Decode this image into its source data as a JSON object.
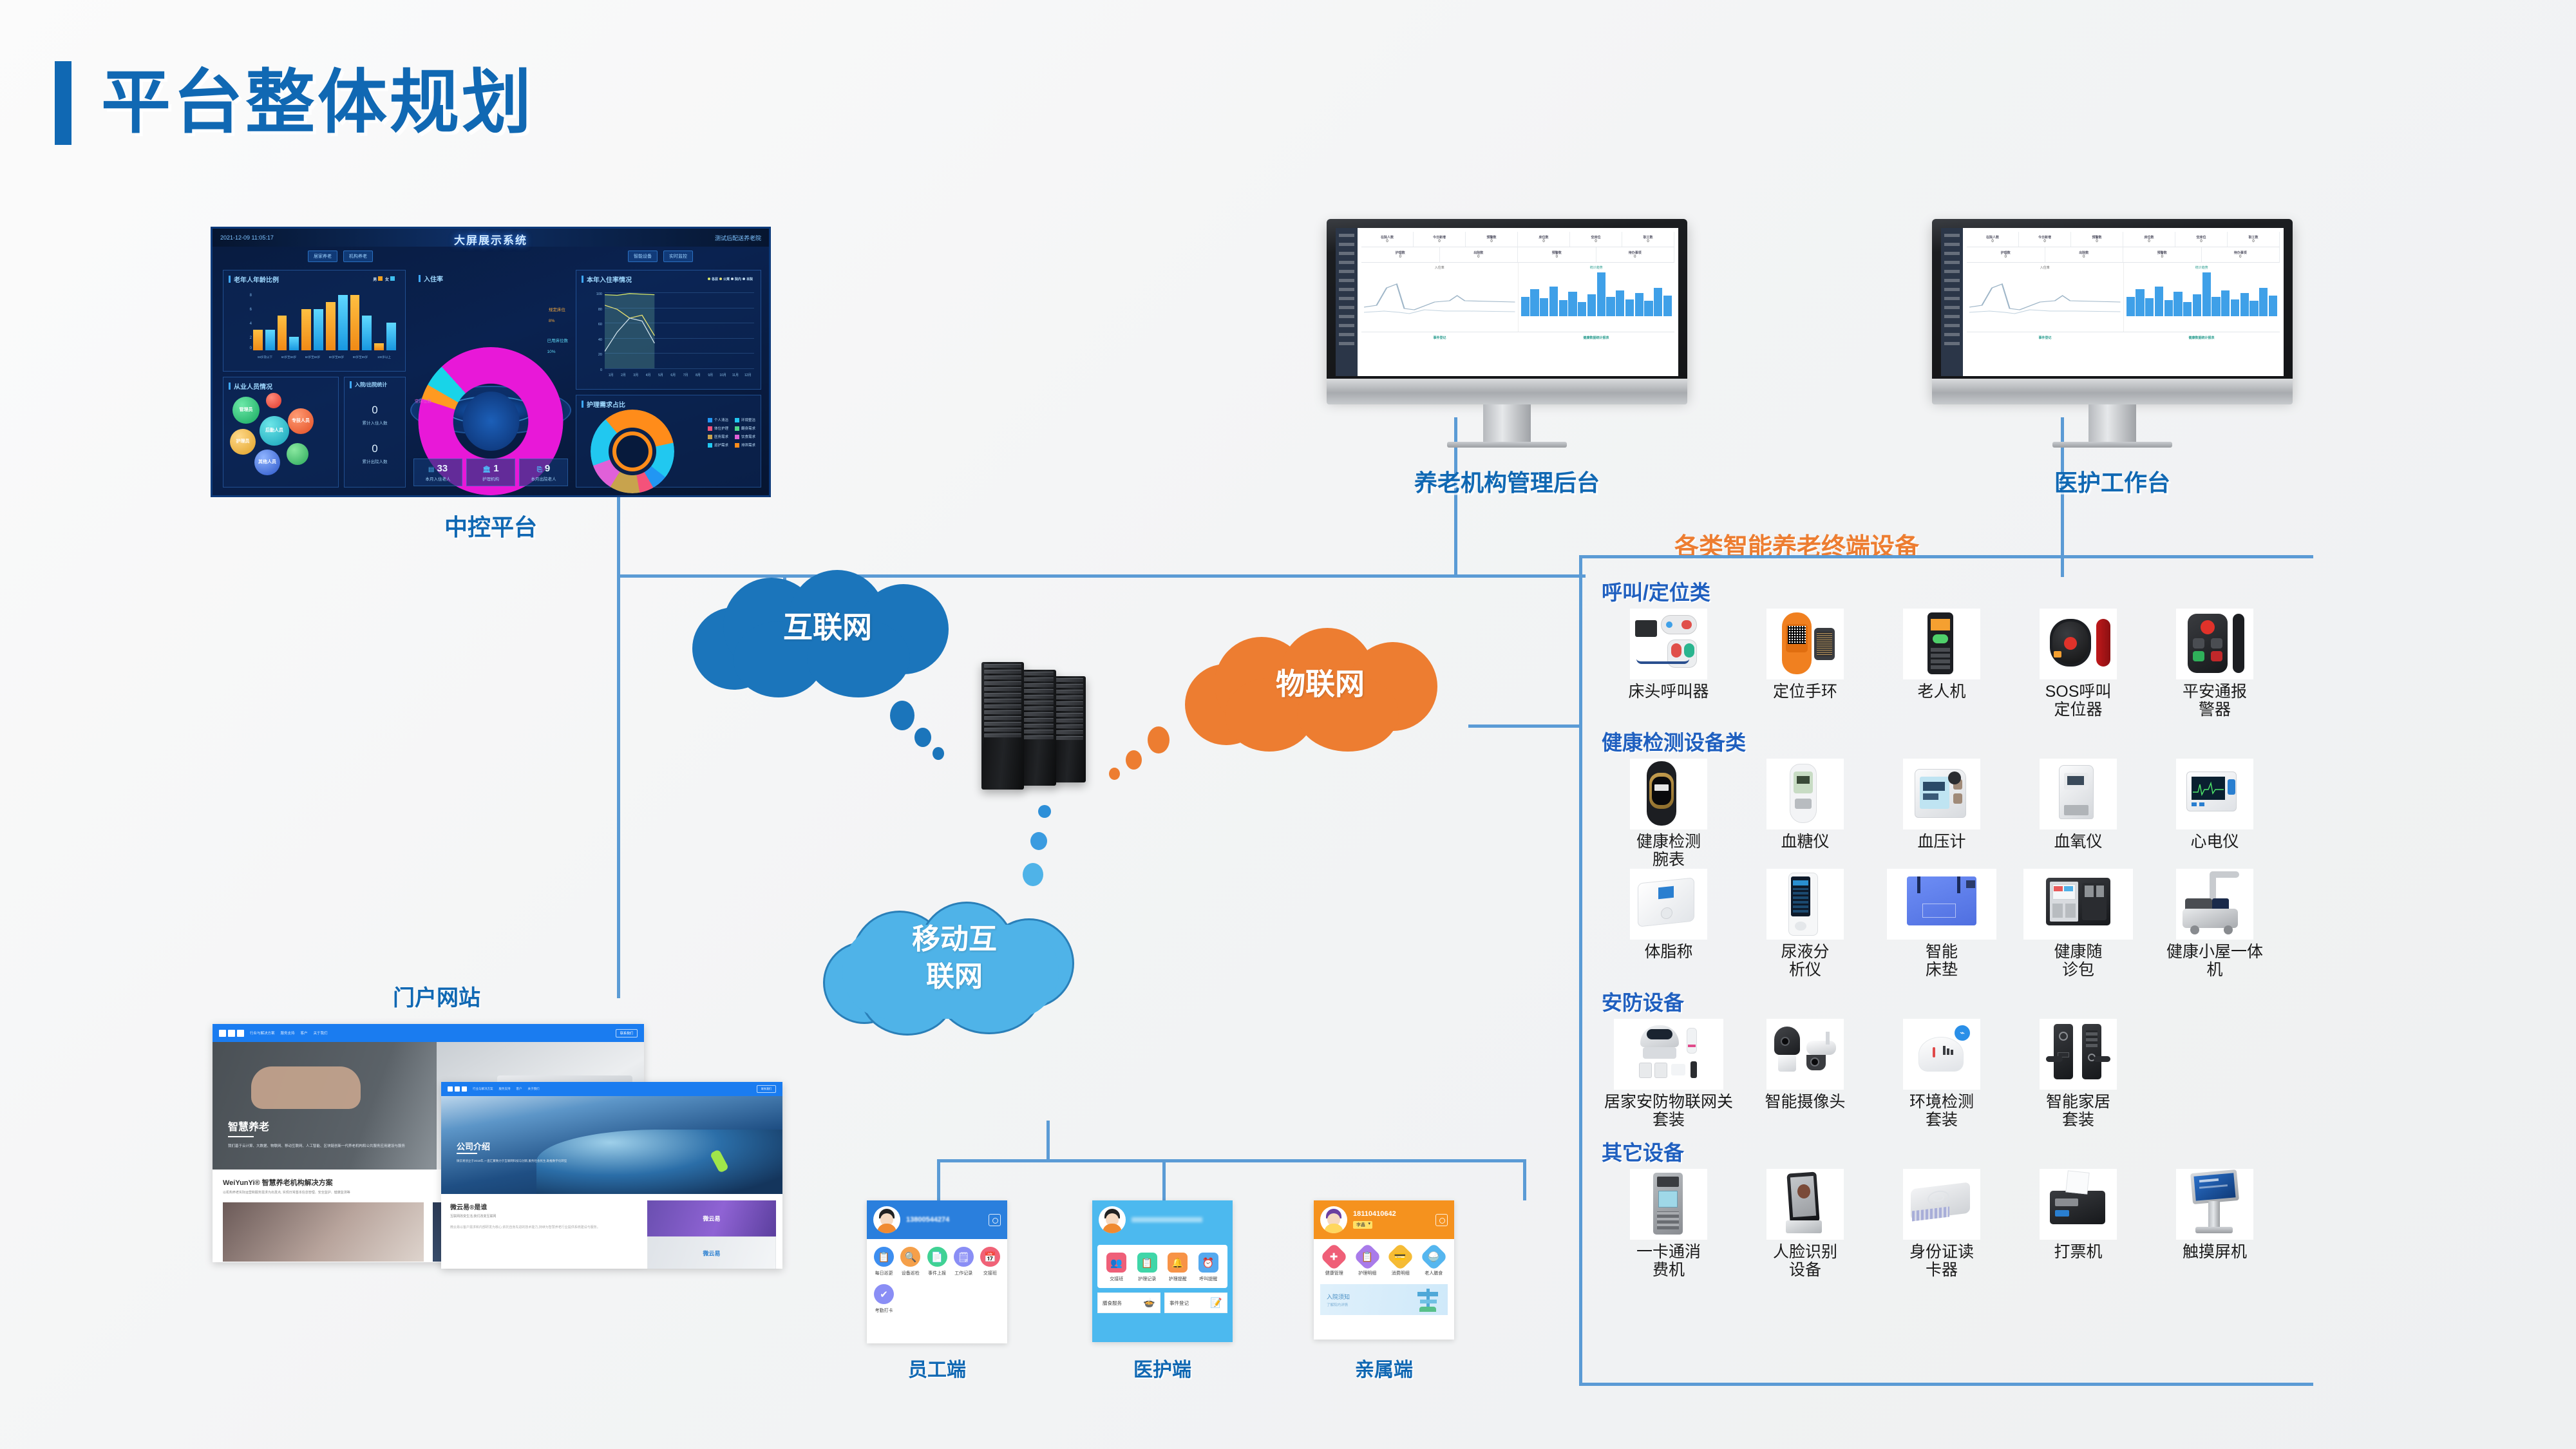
{
  "slide": {
    "title": "平台整体规划",
    "accent_color": "#1068b3",
    "background": "#f5f6f6"
  },
  "dashboard": {
    "caption": "中控平台",
    "screen_title": "大屏展示系统",
    "timestamp": "2021-12-09 11:05:17",
    "account": "测试后配送养老院",
    "buttons_left": [
      "居家养老",
      "机构养老"
    ],
    "buttons_right": [
      "智能设备",
      "实时监控"
    ],
    "panels": {
      "age_ratio": {
        "title": "老年人年龄比例",
        "legend": [
          "男",
          "女"
        ],
        "y_ticks": [
          "0",
          "2",
          "4",
          "6",
          "8"
        ],
        "x_labels": [
          "59岁及以下",
          "60岁至69岁",
          "60岁至69岁",
          "80岁至89岁",
          "90岁至99岁",
          "100岁以上"
        ]
      },
      "staff": {
        "title": "从业人员情况",
        "bubbles": [
          "管理员",
          "专技人员",
          "后勤人员",
          "护理员",
          "其他人员"
        ]
      },
      "admission": {
        "title": "入院/出院统计",
        "items": [
          {
            "value": "0",
            "label": "累计入住人数"
          },
          {
            "value": "0",
            "label": "累计出院人数"
          }
        ]
      },
      "occupancy": {
        "title": "入住率",
        "callouts": [
          {
            "label": "规定床位",
            "value": "8%"
          },
          {
            "label": "已用床位数",
            "value": "10%"
          }
        ],
        "side_label": "空床位数",
        "stats": [
          {
            "value": "33",
            "label": "本月入住老人"
          },
          {
            "value": "1",
            "label": "护理机构"
          },
          {
            "value": "9",
            "label": "本月出院老人"
          }
        ]
      },
      "year_rate": {
        "title": "本年入住率情况",
        "legend": [
          "各层",
          "公寓",
          "院内",
          "本院"
        ],
        "y_ticks": [
          "0",
          "20",
          "40",
          "60",
          "80",
          "100"
        ],
        "x_labels": [
          "1月",
          "2月",
          "3月",
          "4月",
          "5月",
          "6月",
          "7月",
          "8月",
          "9月",
          "10月",
          "11月",
          "12月"
        ]
      },
      "nursing": {
        "title": "护理需求占比",
        "legend": [
          "个人清洁",
          "环境整洁",
          "体位护理",
          "翻身需求",
          "医务需求",
          "饮食需求",
          "巡护需求",
          "排泄需求"
        ]
      }
    }
  },
  "chart_data": [
    {
      "type": "bar",
      "title": "老年人年龄比例",
      "categories": [
        "59岁及以下",
        "60岁至69岁",
        "60岁至69岁",
        "80岁至89岁",
        "90岁至99岁",
        "100岁以上"
      ],
      "series": [
        {
          "name": "男",
          "values": [
            3,
            5,
            6,
            7,
            8,
            1
          ]
        },
        {
          "name": "女",
          "values": [
            3,
            2,
            6,
            8,
            5,
            4
          ]
        }
      ],
      "ylim": [
        0,
        8
      ],
      "ylabel": "",
      "xlabel": "",
      "grid": false,
      "legend": "top-right"
    },
    {
      "type": "line",
      "title": "本年入住率情况",
      "x": [
        "1月",
        "2月",
        "3月",
        "4月",
        "5月",
        "6月",
        "7月",
        "8月",
        "9月",
        "10月",
        "11月",
        "12月"
      ],
      "series": [
        {
          "name": "各层",
          "values": [
            97,
            96,
            99,
            98,
            97,
            null,
            null,
            null,
            null,
            null,
            null,
            null
          ]
        },
        {
          "name": "公寓",
          "values": [
            83,
            78,
            66,
            70,
            43,
            null,
            null,
            null,
            null,
            null,
            null,
            null
          ]
        },
        {
          "name": "院内",
          "values": [
            22,
            48,
            66,
            62,
            33,
            null,
            null,
            null,
            null,
            null,
            null,
            null
          ]
        },
        {
          "name": "本院",
          "values": [
            97,
            96,
            99,
            98,
            97,
            null,
            null,
            null,
            null,
            null,
            null,
            null
          ]
        }
      ],
      "ylim": [
        0,
        100
      ],
      "grid": true,
      "legend": "top-right"
    },
    {
      "type": "pie",
      "title": "入住率",
      "labels": [
        "空床位数",
        "规定床位",
        "已用床位数"
      ],
      "values": [
        82,
        8,
        10
      ],
      "unit": "%"
    },
    {
      "type": "pie",
      "title": "护理需求占比",
      "labels": [
        "排泄需求",
        "环境整洁",
        "个人清洁",
        "体位护理",
        "医务需求",
        "饮食需求",
        "环境整洁2",
        "巡护需求"
      ],
      "values": [
        21.7,
        13.9,
        6.1,
        5.6,
        11.7,
        10.6,
        19.4,
        11.0
      ]
    }
  ],
  "monitors": [
    {
      "label": "养老机构管理后台"
    },
    {
      "label": "医护工作台"
    }
  ],
  "clouds": {
    "internet": {
      "label": "互联网",
      "color": "#1b75bb"
    },
    "iot": {
      "label": "物联网",
      "color": "#ed7d31"
    },
    "mobile": {
      "label": "移动互\n联网",
      "line1": "移动互",
      "line2": "联网",
      "color": "#4fb3e8"
    }
  },
  "portal": {
    "title": "门户网站",
    "sites": [
      {
        "nav_links": [
          "行业与解决方案",
          "服务支持",
          "客户",
          "关于我们"
        ],
        "nav_button": "联系我们",
        "hero_title": "智慧养老",
        "hero_desc": "我们基于云计算、大数据、物联网、移动互联网、人工智能、区块链创新一代养老机构和公共服务应用建设与服务",
        "section_title": "WeiYunYi® 智慧养老机构解决方案",
        "section_desc": "以机构养老实际运营和服务需求为出发点, 实现日常基本信息管理、安全监护、健康监测等"
      },
      {
        "nav_links": [
          "行业与解决方案",
          "服务支持",
          "客户",
          "关于我们"
        ],
        "nav_button": "联系我们",
        "hero_title": "公司介绍",
        "hero_desc": "微云易创立于2018年,一直汇聚致力于互联网科技与创新,服务社会民生,助推数字化转型",
        "section_title": "微云易®是谁",
        "section_subtitle": "互联网改变生活,我们改变互联网",
        "brand": "微云易"
      }
    ]
  },
  "apps": [
    {
      "caption": "员工端",
      "header_color": "#2a7fdd",
      "phone": "13800544274",
      "items": [
        {
          "label": "每日巡更",
          "color": "#3d8ef0",
          "glyph": "📋"
        },
        {
          "label": "设备巡检",
          "color": "#f5a04a",
          "glyph": "🔍"
        },
        {
          "label": "事件上报",
          "color": "#40d294",
          "glyph": "📄"
        },
        {
          "label": "工作记录",
          "color": "#8a8ef5",
          "glyph": "🗒"
        },
        {
          "label": "交接班",
          "color": "#f06277",
          "glyph": "📅"
        }
      ],
      "items2": [
        {
          "label": "考勤打卡",
          "color": "#8a8ef5",
          "glyph": "✔"
        }
      ]
    },
    {
      "caption": "医护端",
      "header_color": "#4cb9ef",
      "phone": "",
      "items": [
        {
          "label": "交接班",
          "color": "#ef5f78",
          "glyph": "👥"
        },
        {
          "label": "护理记录",
          "color": "#3fd6a8",
          "glyph": "📋"
        },
        {
          "label": "护理提醒",
          "color": "#f79347",
          "glyph": "🔔"
        },
        {
          "label": "呼叫提醒",
          "color": "#54a9ef",
          "glyph": "⏰"
        }
      ],
      "wide": [
        {
          "label": "膳食服务",
          "glyph": "🍲"
        },
        {
          "label": "事件登记",
          "glyph": "📝"
        }
      ]
    },
    {
      "caption": "亲属端",
      "header_color": "#f5921e",
      "phone": "18110410642",
      "sub": "李鑫",
      "items": [
        {
          "label": "健康管理",
          "color": "#ef5f78",
          "glyph": "✚"
        },
        {
          "label": "护理明细",
          "color": "#a97bea",
          "glyph": "📋"
        },
        {
          "label": "消费明细",
          "color": "#f5bb35",
          "glyph": "💳"
        },
        {
          "label": "老人膳食",
          "color": "#55b6ef",
          "glyph": "🍚"
        }
      ],
      "banner": {
        "title": "入院须知",
        "sub": "了解院内详情"
      }
    }
  ],
  "devices": {
    "heading": "各类智能养老终端设备",
    "categories": [
      {
        "name": "呼叫/定位类",
        "items": [
          {
            "label": "床头呼叫器",
            "kind": "bedside-caller"
          },
          {
            "label": "定位手环",
            "kind": "locator-band"
          },
          {
            "label": "老人机",
            "kind": "senior-phone"
          },
          {
            "label": "SOS呼叫\n定位器",
            "l1": "SOS呼叫",
            "l2": "定位器",
            "kind": "sos-locator"
          },
          {
            "label": "平安通报\n警器",
            "l1": "平安通报",
            "l2": "警器",
            "kind": "alarm-remote"
          }
        ]
      },
      {
        "name": "健康检测设备类",
        "items": [
          {
            "label": "健康检测\n腕表",
            "l1": "健康检测",
            "l2": "腕表",
            "kind": "health-watch"
          },
          {
            "label": "血糖仪",
            "kind": "glucometer"
          },
          {
            "label": "血压计",
            "kind": "bp-monitor"
          },
          {
            "label": "血氧仪",
            "kind": "oximeter"
          },
          {
            "label": "心电仪",
            "kind": "ecg"
          },
          {
            "label": "体脂称",
            "kind": "body-scale"
          },
          {
            "label": "尿液分\n析仪",
            "l1": "尿液分",
            "l2": "析仪",
            "kind": "urine-analyzer"
          },
          {
            "label": "智能\n床垫",
            "l1": "智能",
            "l2": "床垫",
            "kind": "smart-mattress"
          },
          {
            "label": "健康随\n诊包",
            "l1": "健康随",
            "l2": "诊包",
            "kind": "health-kit"
          },
          {
            "label": "健康小屋一体\n机",
            "l1": "健康小屋一体",
            "l2": "机",
            "kind": "health-kiosk"
          }
        ]
      },
      {
        "name": "安防设备",
        "items": [
          {
            "label": "居家安防物联网关套装",
            "kind": "home-security-gateway"
          },
          {
            "label": "智能摄像头",
            "kind": "smart-camera"
          },
          {
            "label": "环境检测\n套装",
            "l1": "环境检测",
            "l2": "套装",
            "kind": "env-sensor"
          },
          {
            "label": "智能家居\n套装",
            "l1": "智能家居",
            "l2": "套装",
            "kind": "smart-lock"
          }
        ]
      },
      {
        "name": "其它设备",
        "items": [
          {
            "label": "一卡通消\n费机",
            "l1": "一卡通消",
            "l2": "费机",
            "kind": "card-pos"
          },
          {
            "label": "人脸识别\n设备",
            "l1": "人脸识别",
            "l2": "设备",
            "kind": "face-recognition"
          },
          {
            "label": "身份证读\n卡器",
            "l1": "身份证读",
            "l2": "卡器",
            "kind": "id-reader"
          },
          {
            "label": "打票机",
            "kind": "ticket-printer"
          },
          {
            "label": "触摸屏机",
            "kind": "touch-kiosk"
          }
        ]
      }
    ]
  }
}
